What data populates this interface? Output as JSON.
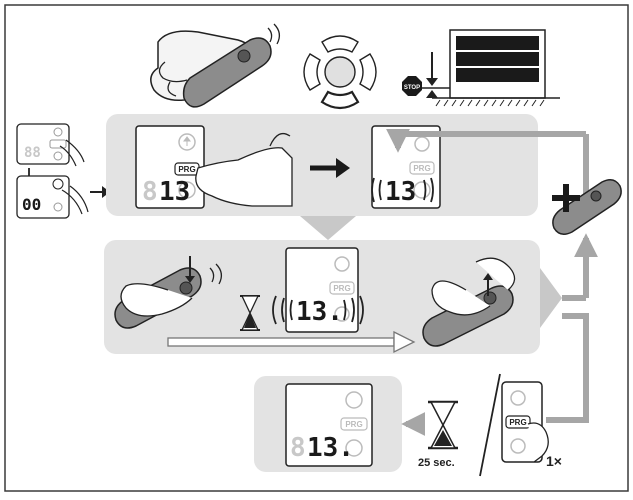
{
  "colors": {
    "frame": "#3a3a3a",
    "panel": "#e3e3e3",
    "arrow": "#a6a6a6",
    "display_digit": "#1a1a1a",
    "ghost_digit": "#c8c8c8",
    "stop_sign": "#1a1a1a",
    "door_fill": "#1a1a1a"
  },
  "icons": {
    "remote": "handheld-remote-icon",
    "joystick": "directional-pad-icon",
    "stop": "stop-sign-icon",
    "door": "garage-door-icon",
    "hourglass": "hourglass-icon",
    "plus": "plus-icon"
  },
  "texts": {
    "stop": "STOP",
    "prg": "PRG",
    "small_display": "88",
    "start_display": "00",
    "digits": "13",
    "digits_dot": "13.",
    "duration": "25 sec.",
    "press_count": "1×"
  }
}
